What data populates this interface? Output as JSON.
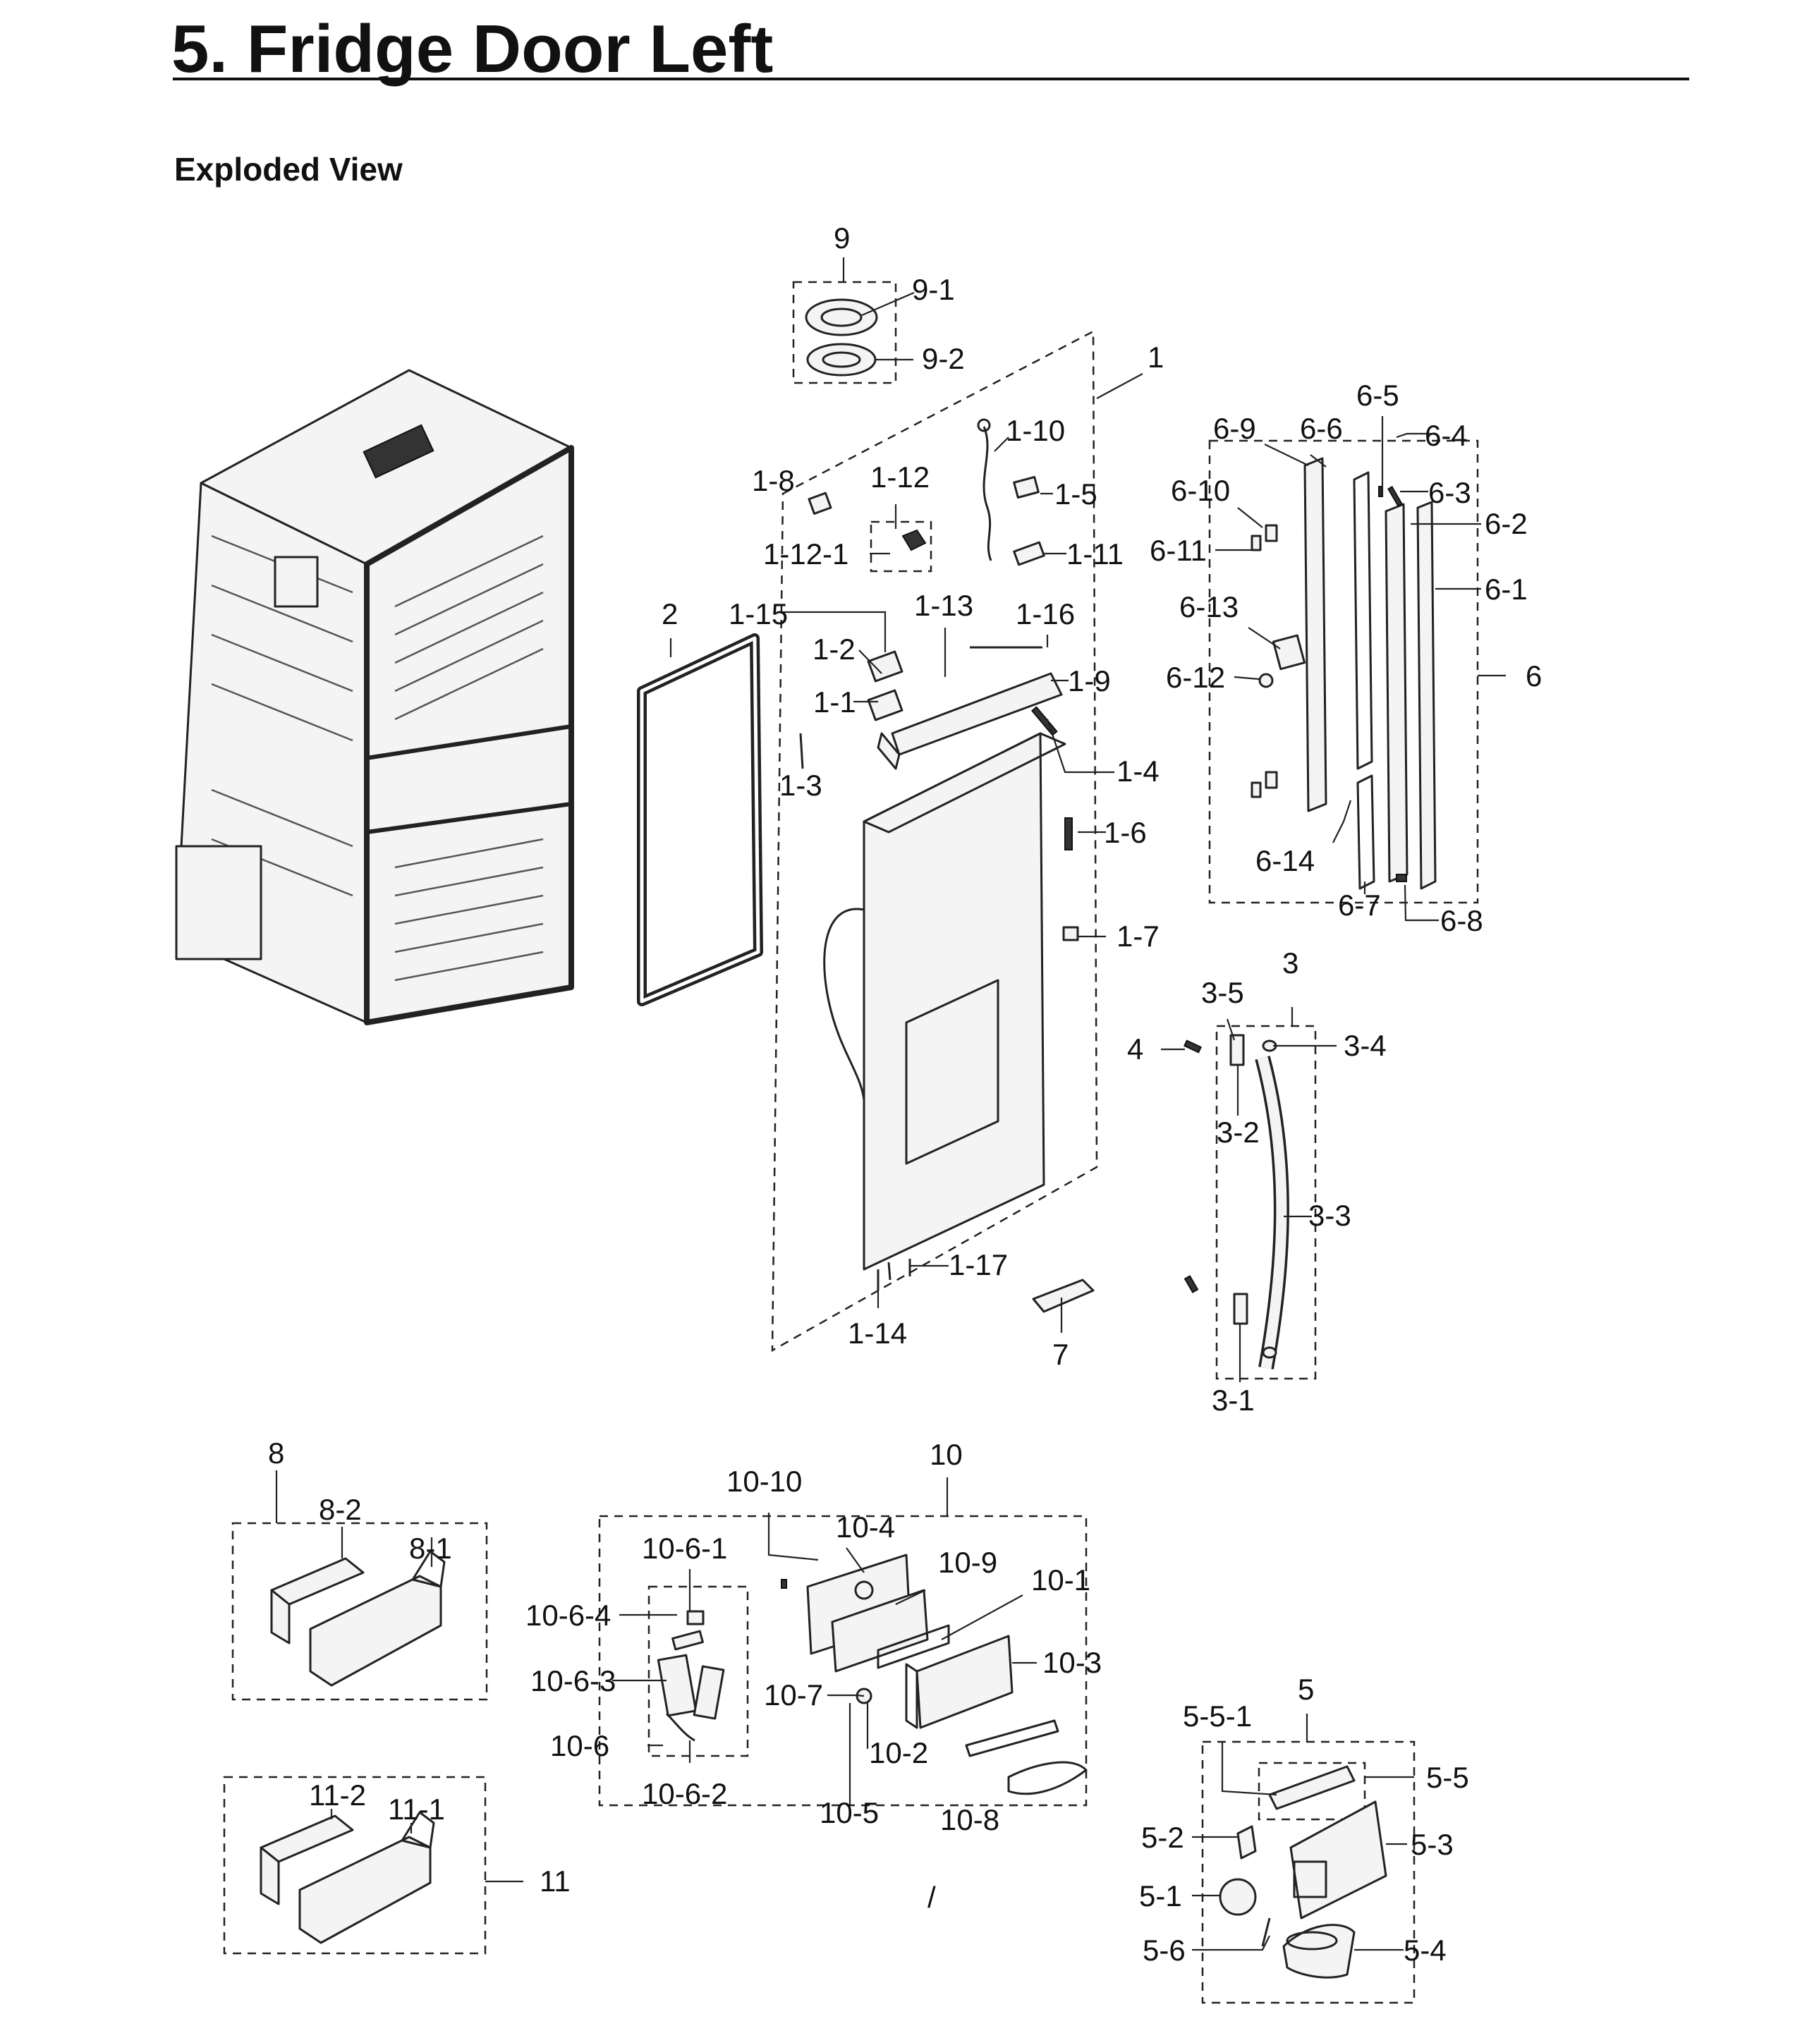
{
  "page": {
    "title": "5.  Fridge Door Left",
    "section": "Exploded View",
    "mark": "/"
  },
  "callouts": {
    "c9": "9",
    "c9_1": "9-1",
    "c9_2": "9-2",
    "c1": "1",
    "c1_10": "1-10",
    "c1_8": "1-8",
    "c1_12": "1-12",
    "c1_5": "1-5",
    "c1_12_1": "1-12-1",
    "c1_11": "1-11",
    "c2": "2",
    "c1_15": "1-15",
    "c1_13": "1-13",
    "c1_16": "1-16",
    "c1_2": "1-2",
    "c1_9": "1-9",
    "c1_1": "1-1",
    "c1_4": "1-4",
    "c1_3": "1-3",
    "c1_6": "1-6",
    "c1_7": "1-7",
    "c1_17": "1-17",
    "c1_14": "1-14",
    "c7": "7",
    "c6_5": "6-5",
    "c6_9": "6-9",
    "c6_6": "6-6",
    "c6_4": "6-4",
    "c6_10": "6-10",
    "c6_3": "6-3",
    "c6_2": "6-2",
    "c6_11": "6-11",
    "c6_1": "6-1",
    "c6_13": "6-13",
    "c6": "6",
    "c6_12": "6-12",
    "c6_14": "6-14",
    "c6_7": "6-7",
    "c6_8": "6-8",
    "c3": "3",
    "c3_5": "3-5",
    "c4": "4",
    "c3_4": "3-4",
    "c3_2": "3-2",
    "c3_3": "3-3",
    "c3_1": "3-1",
    "c8": "8",
    "c8_2": "8-2",
    "c8_1": "8-1",
    "c11_2": "11-2",
    "c11_1": "11-1",
    "c11": "11",
    "c10": "10",
    "c10_10": "10-10",
    "c10_4": "10-4",
    "c10_6_1": "10-6-1",
    "c10_9": "10-9",
    "c10_1": "10-1",
    "c10_6_4": "10-6-4",
    "c10_6_3": "10-6-3",
    "c10_3": "10-3",
    "c10_7": "10-7",
    "c10_6": "10-6",
    "c10_2": "10-2",
    "c10_6_2": "10-6-2",
    "c10_5": "10-5",
    "c10_8": "10-8",
    "c5": "5",
    "c5_5_1": "5-5-1",
    "c5_5": "5-5",
    "c5_2": "5-2",
    "c5_3": "5-3",
    "c5_1": "5-1",
    "c5_6": "5-6",
    "c5_4": "5-4"
  }
}
